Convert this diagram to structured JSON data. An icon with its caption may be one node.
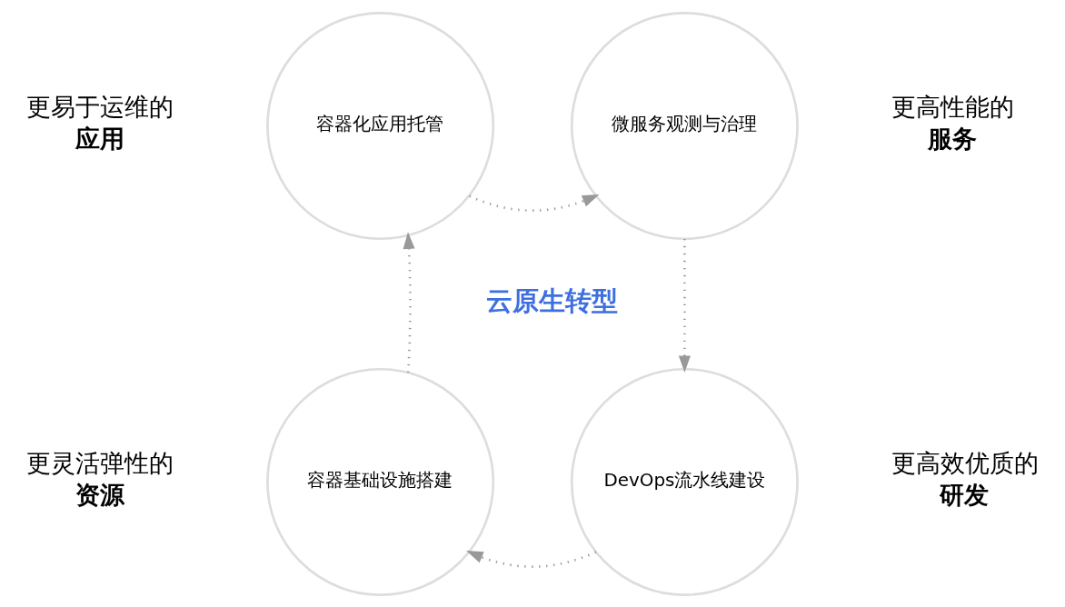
{
  "diagram": {
    "nodes": [
      {
        "text": [
          "容器化应用托管"
        ]
      },
      {
        "text": [
          "微服务观测与治理"
        ]
      },
      {
        "text": [
          "DevOps流水线建设"
        ]
      },
      {
        "text": [
          "容器基础设施搭建"
        ]
      }
    ],
    "edges": [
      {
        "from": 0,
        "to": 1,
        "arrow": "to"
      },
      {
        "from": 1,
        "to": 2,
        "arrow": "to"
      },
      {
        "from": 2,
        "to": 3,
        "arrow": "to"
      },
      {
        "from": 3,
        "to": 0,
        "arrow": "to"
      }
    ],
    "labels": [
      "更易于运维的",
      "应用",
      "更高性能的",
      "服务",
      "云原生转型",
      "更灵活弹性的",
      "资源",
      "更高效优质的",
      "研发"
    ]
  }
}
